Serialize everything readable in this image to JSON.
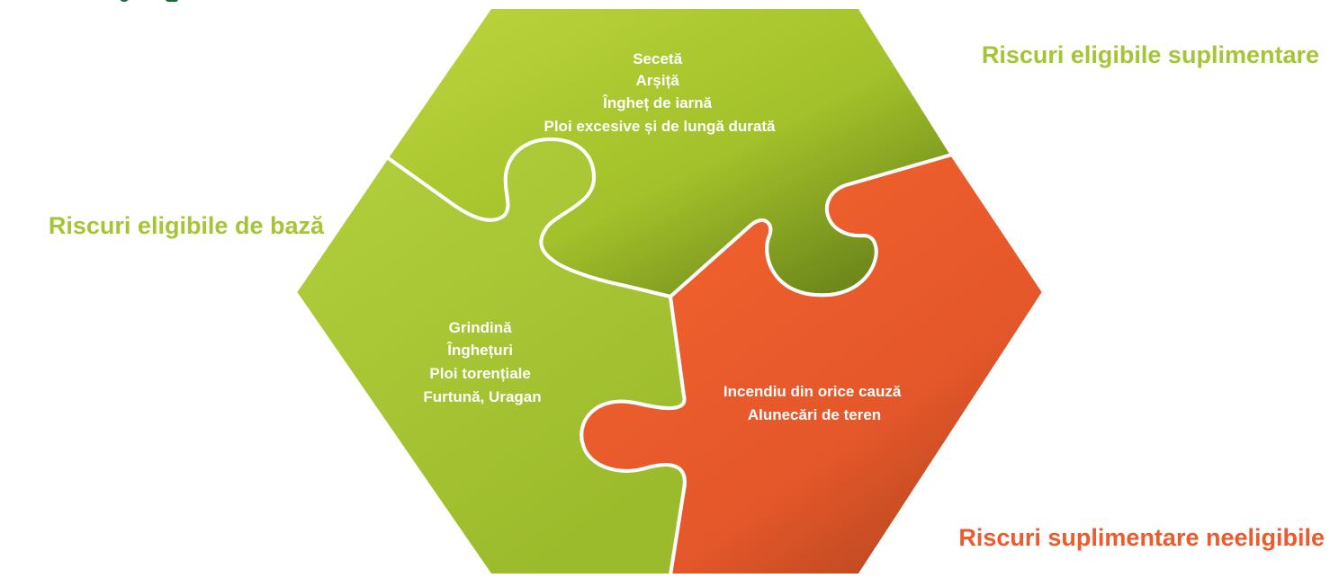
{
  "diagram": {
    "type": "hexagon-puzzle",
    "pieces": [
      {
        "id": "top",
        "color": "#a3c12a",
        "lines": [
          "Secetă",
          "Arșiță",
          "Îngheț de iarnă",
          "Ploi excesive și de lungă durată"
        ]
      },
      {
        "id": "left",
        "color": "#a6c536",
        "lines": [
          "Grindină",
          "Înghețuri",
          "Ploi torențiale",
          "Furtună, Uragan"
        ]
      },
      {
        "id": "right",
        "color": "#ee5a2c",
        "lines": [
          "Incendiu din orice cauză",
          "Alunecări de teren"
        ]
      }
    ],
    "labels": {
      "top_right": {
        "text": "Riscuri eligibile suplimentare",
        "color": "#a6c536"
      },
      "left": {
        "text": "Riscuri eligibile de bază",
        "color": "#a6c536"
      },
      "bottom_right": {
        "text": "Riscuri suplimentare neeligibile",
        "color": "#ee5a2c"
      }
    }
  },
  "colors": {
    "green_light": "#b5d13a",
    "green_dark": "#5f7a16",
    "orange_light": "#f2622e",
    "orange_dark": "#a8401c",
    "header_fragment": "#1a6b3c"
  }
}
